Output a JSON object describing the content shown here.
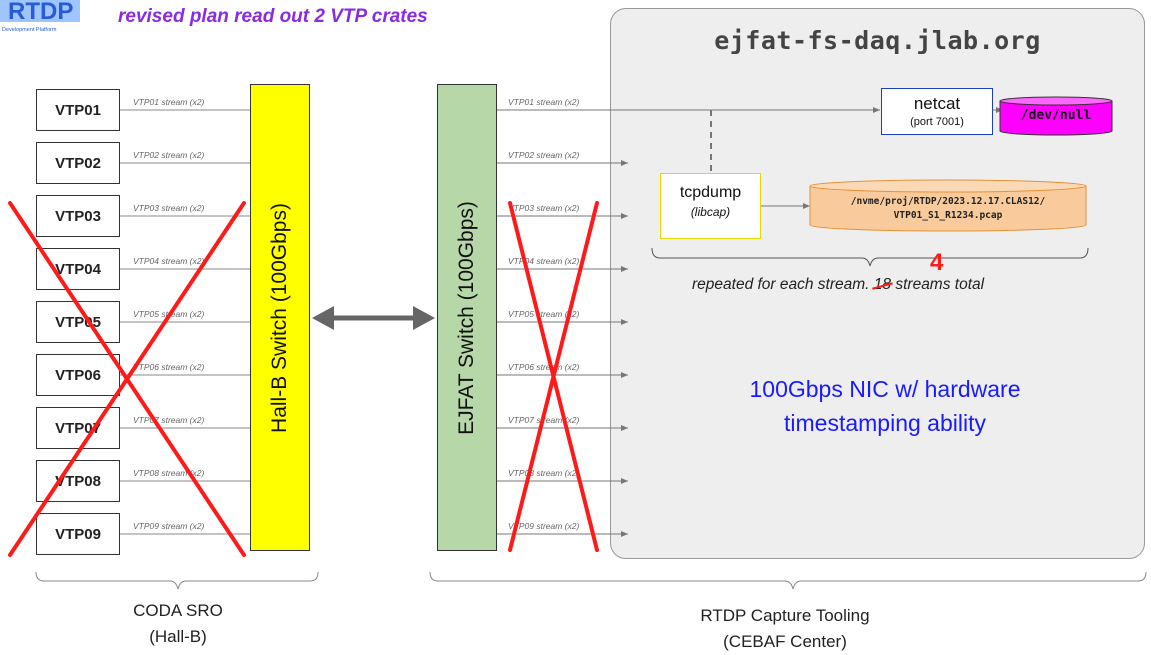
{
  "header": {
    "logo_text": "RTDP",
    "logo_subtext": "Development Platform",
    "title": "revised plan read out 2 VTP crates"
  },
  "server": {
    "hostname": "ejfat-fs-daq.jlab.org"
  },
  "crates": [
    "VTP01",
    "VTP02",
    "VTP03",
    "VTP04",
    "VTP05",
    "VTP06",
    "VTP07",
    "VTP08",
    "VTP09"
  ],
  "hallb_streams": [
    "VTP01 stream (x2)",
    "VTP02 stream (x2)",
    "VTP03 stream (x2)",
    "VTP04 stream (x2)",
    "VTP05 stream (x2)",
    "VTP06 stream (x2)",
    "VTP07 stream (x2)",
    "VTP08 stream (x2)",
    "VTP09 stream (x2)"
  ],
  "ejfat_streams": [
    "VTP01 stream (x2)",
    "VTP02 stream (x2)",
    "VTP03 stream (x2)",
    "VTP04 stream (x2)",
    "VTP05 stream (x2)",
    "VTP06 stream (x2)",
    "VTP07 stream (x2)",
    "VTP08 stream (x2)",
    "VTP09 stream (x2)"
  ],
  "switches": {
    "hallb": "Hall-B Switch (100Gbps)",
    "ejfat": "EJFAT Switch (100Gbps)"
  },
  "netcat": {
    "title": "netcat",
    "port": "(port 7001)"
  },
  "devnull": "/dev/null",
  "tcpdump": {
    "title": "tcpdump",
    "lib": "(libcap)"
  },
  "pcap_file": {
    "line1": "/nvme/proj/RTDP/2023.12.17.CLAS12/",
    "line2": "VTP01_S1_R1234.pcap"
  },
  "repeat_note": {
    "before": "repeated for each stream. ",
    "struck": "18",
    "after": " streams total",
    "correction": "4"
  },
  "nic_note": {
    "line1": "100Gbps NIC w/ hardware",
    "line2": "timestamping ability"
  },
  "groups": {
    "coda_line1": "CODA SRO",
    "coda_line2": "(Hall-B)",
    "rtdp_line1": "RTDP Capture Tooling",
    "rtdp_line2": "(CEBAF Center)"
  },
  "colors": {
    "hallb_switch": "#ffff00",
    "ejfat_switch": "#b6d7a8",
    "devnull_cylinder": "#ff00ff",
    "pcap_cylinder": "#f9cb9c",
    "crossout": "#ff1a1a",
    "title": "#8a2be2",
    "nic_note": "#1a1aff"
  }
}
